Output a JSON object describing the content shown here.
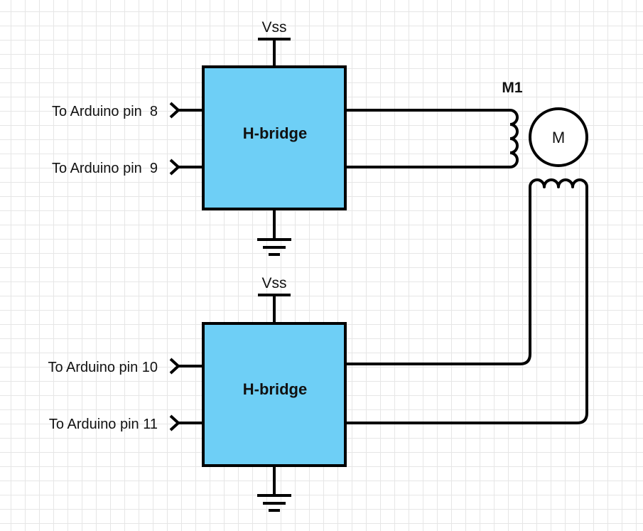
{
  "colors": {
    "block_fill": "#6ecff6",
    "wire": "#000000",
    "grid": "#e6e6e6"
  },
  "top_bridge": {
    "label": "H-bridge",
    "supply": "Vss",
    "inputs": [
      "To Arduino pin  8",
      "To Arduino pin  9"
    ]
  },
  "bottom_bridge": {
    "label": "H-bridge",
    "supply": "Vss",
    "inputs": [
      "To Arduino pin 10",
      "To Arduino pin 11"
    ]
  },
  "motor": {
    "name": "M1",
    "symbol": "M"
  }
}
